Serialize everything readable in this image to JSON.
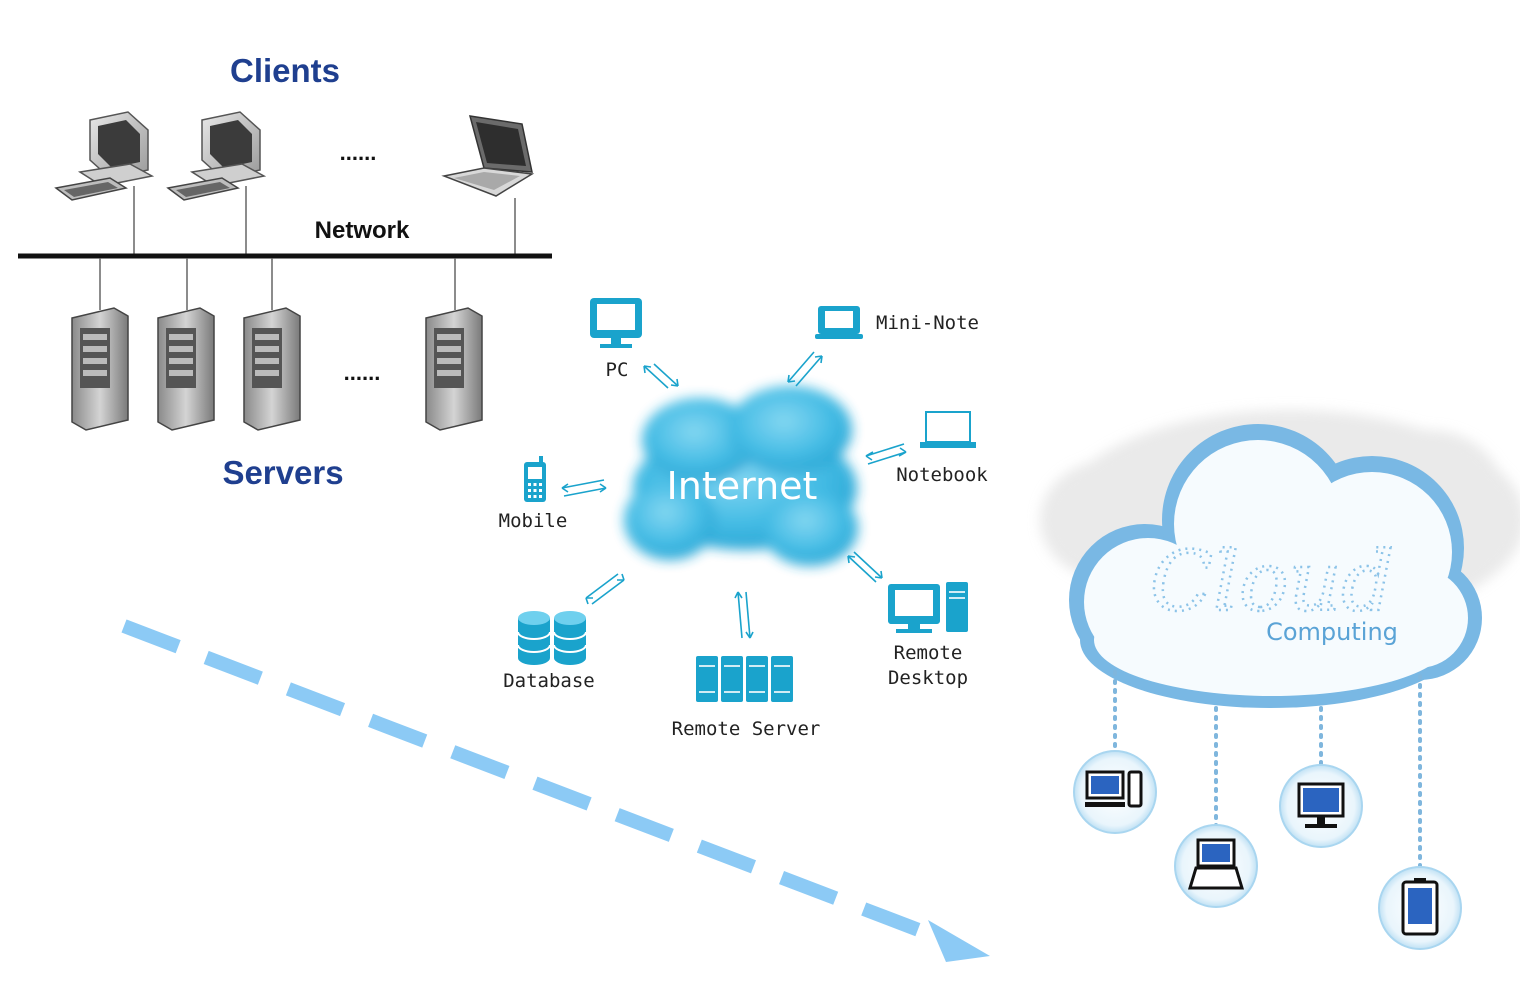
{
  "client_server": {
    "clients_label": "Clients",
    "servers_label": "Servers",
    "network_label": "Network",
    "clients_ellipsis": "......",
    "servers_ellipsis": "......"
  },
  "internet": {
    "center_label": "Internet",
    "nodes": {
      "pc": "PC",
      "mini_note": "Mini-Note",
      "notebook": "Notebook",
      "mobile": "Mobile",
      "database": "Database",
      "remote_server": "Remote Server",
      "remote_desktop_line1": "Remote",
      "remote_desktop_line2": "Desktop"
    },
    "accent_color": "#1aa3cc"
  },
  "cloud_computing": {
    "script_label": "Cloud",
    "sub_label": "Computing",
    "accent_color": "#6aaedc"
  },
  "transition_arrow": {
    "color": "#8ccaf5",
    "style": "dashed"
  }
}
